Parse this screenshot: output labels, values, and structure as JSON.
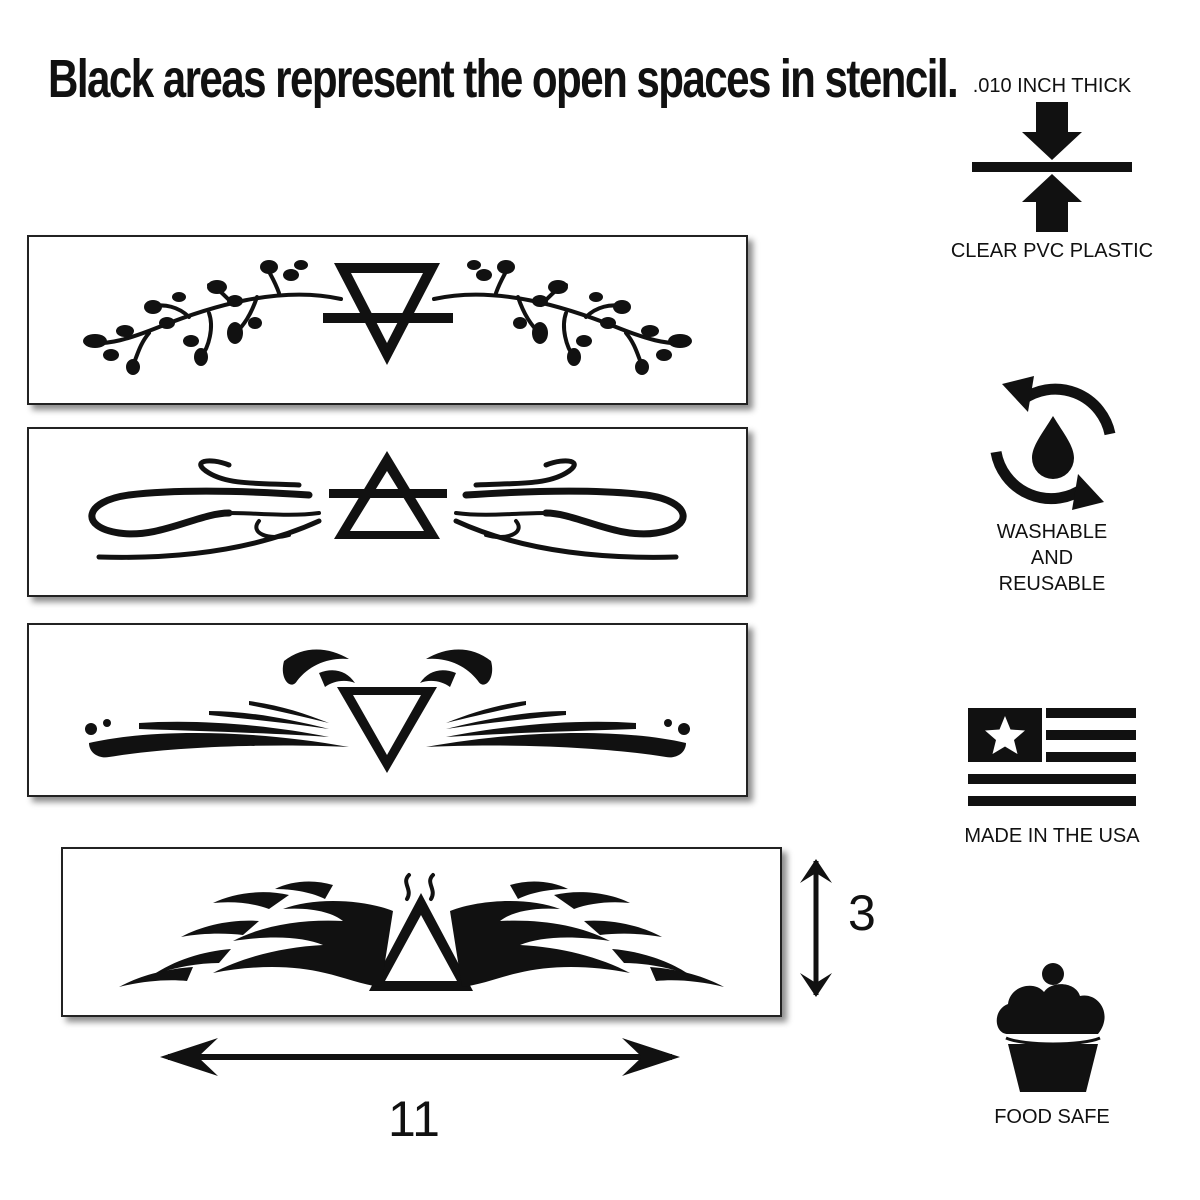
{
  "headline": "Black areas represent the open spaces in stencil.",
  "stencils": [
    {
      "element": "earth"
    },
    {
      "element": "air"
    },
    {
      "element": "water"
    },
    {
      "element": "fire"
    }
  ],
  "dimensions": {
    "width": "11",
    "height": "3"
  },
  "features": {
    "thickness": ".010 INCH THICK",
    "material": "CLEAR PVC PLASTIC",
    "washable_lines": [
      "WASHABLE",
      "AND",
      "REUSABLE"
    ],
    "origin": "MADE IN THE USA",
    "food_safe": "FOOD SAFE"
  },
  "colors": {
    "ink": "#111111",
    "background": "#ffffff"
  }
}
